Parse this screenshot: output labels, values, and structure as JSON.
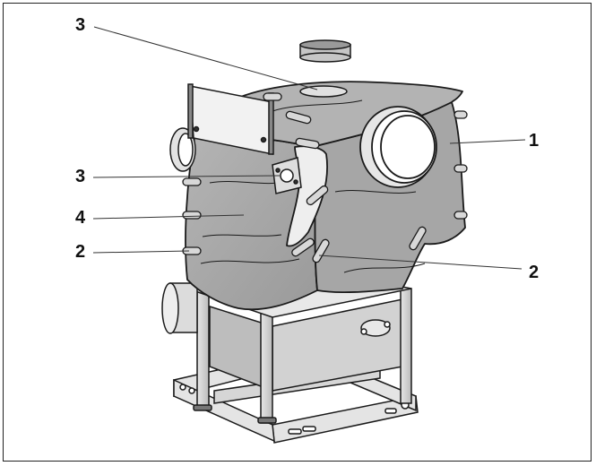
{
  "figure": {
    "description_hidden": "",
    "callouts": [
      {
        "id": "c3-top",
        "text": "3"
      },
      {
        "id": "c1",
        "text": "1"
      },
      {
        "id": "c3-mid",
        "text": "3"
      },
      {
        "id": "c4",
        "text": "4"
      },
      {
        "id": "c2-left",
        "text": "2"
      },
      {
        "id": "c2-right",
        "text": "2"
      }
    ]
  },
  "colors": {
    "jacket": "#a8a8a8",
    "jacket_dark": "#8e8e8e",
    "metal_light": "#d9d9d9",
    "metal_mid": "#bdbdbd",
    "outline": "#1a1a1a"
  }
}
